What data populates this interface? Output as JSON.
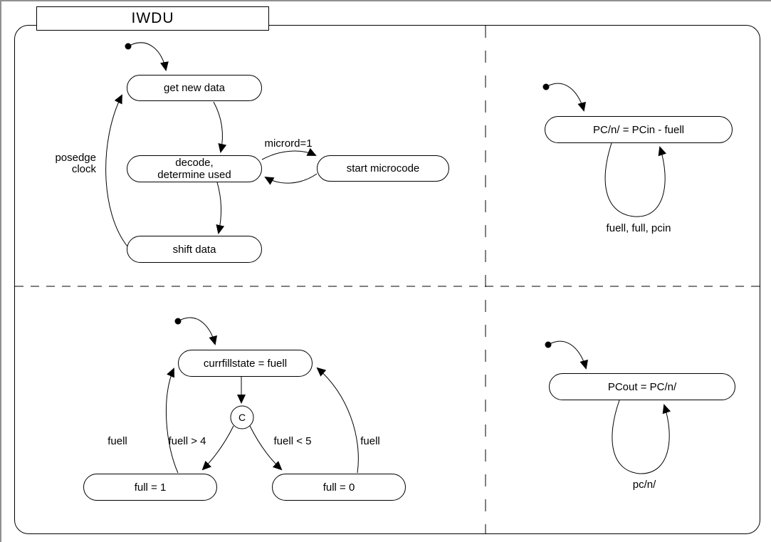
{
  "title": "IWDU",
  "colors": {
    "ink": "#000000",
    "background": "#ffffff",
    "window_border": "#909090"
  },
  "top_left": {
    "state_get_new_data": "get new data",
    "state_decode": "decode,\ndetermine used",
    "state_start_microcode": "start microcode",
    "state_shift_data": "shift data",
    "label_micrord": "micrord=1",
    "label_posedge_clock": "posedge\nclock"
  },
  "top_right": {
    "state_pcn": "PC/n/ = PCin - fuell",
    "label_loop": "fuell, full, pcin"
  },
  "bottom_left": {
    "state_currfillstate": "currfillstate = fuell",
    "choice_label": "C",
    "state_full1": "full = 1",
    "state_full0": "full = 0",
    "label_fuell_left": "fuell",
    "label_guard_left": "fuell > 4",
    "label_guard_right": "fuell < 5",
    "label_fuell_right": "fuell"
  },
  "bottom_right": {
    "state_pcout": "PCout = PC/n/",
    "label_loop": "pc/n/"
  }
}
